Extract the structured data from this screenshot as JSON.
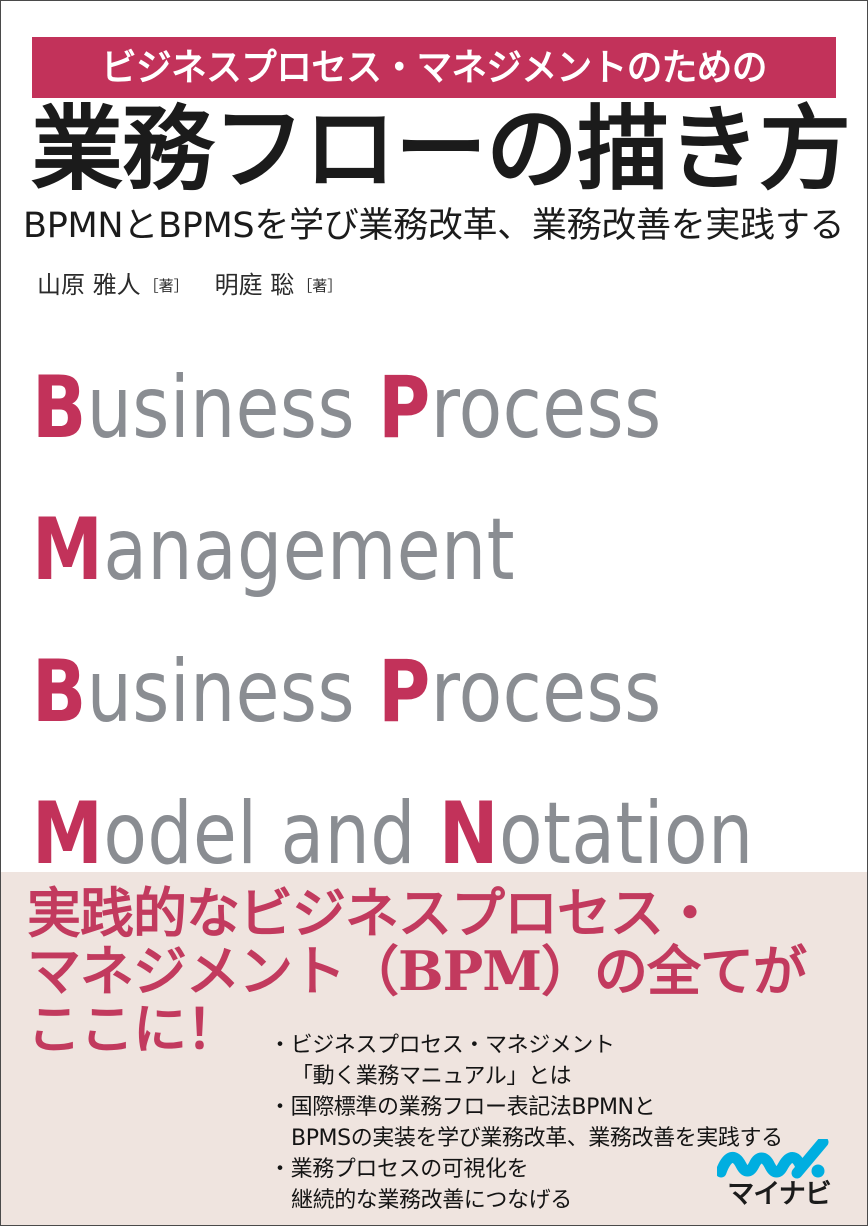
{
  "cover": {
    "kicker": "ビジネスプロセス・マネジメントのための",
    "title": "業務フローの描き方",
    "subtitle": "BPMNとBPMSを学び業務改革、業務改善を実践する",
    "authors": {
      "author1_name": "山原 雅人",
      "author1_role": "［著］",
      "author2_name": "明庭 聡",
      "author2_role": "［著］"
    },
    "acronym_lines": [
      {
        "cap": "B",
        "rest": "usiness ",
        "cap2": "P",
        "rest2": "rocess"
      },
      {
        "cap": "M",
        "rest": "anagement",
        "cap2": "",
        "rest2": ""
      },
      {
        "cap": "B",
        "rest": "usiness ",
        "cap2": "P",
        "rest2": "rocess"
      },
      {
        "cap": "M",
        "rest": "odel and ",
        "cap2": "N",
        "rest2": "otation"
      }
    ],
    "tagline": [
      "実践的なビジネスプロセス・",
      "マネジメント（BPM）の全てが",
      "ここに！"
    ],
    "bullets": [
      {
        "lead": "・ビジネスプロセス・マネジメント",
        "cont": "「動く業務マニュアル」とは"
      },
      {
        "lead": "・国際標準の業務フロー表記法BPMNと",
        "cont": "BPMSの実装を学び業務改革、業務改善を実践する"
      },
      {
        "lead": "・業務プロセスの可視化を",
        "cont": "継続的な業務改善につなげる"
      }
    ],
    "publisher": {
      "name": "マイナビ",
      "mark": "mynavi-wave-icon"
    },
    "colors": {
      "accent_crimson": "#C2325A",
      "tagline_crimson": "#C23A5E",
      "acronym_gray": "#8A8D92",
      "beige_background": "#EFE4DF",
      "logo_cyan": "#00AEE0",
      "ink_black": "#1B1B1B"
    }
  }
}
